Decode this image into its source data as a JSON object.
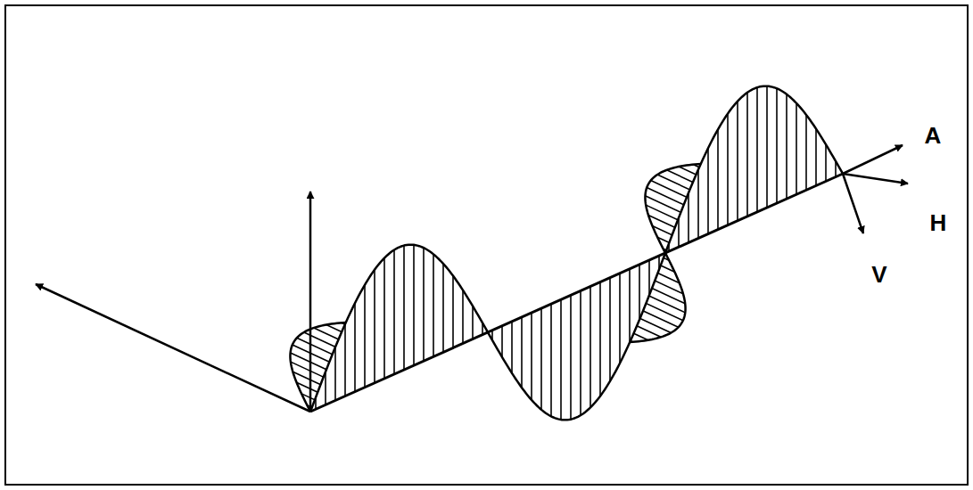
{
  "diagram": {
    "labels": [
      "A",
      "H",
      "V"
    ]
  }
}
